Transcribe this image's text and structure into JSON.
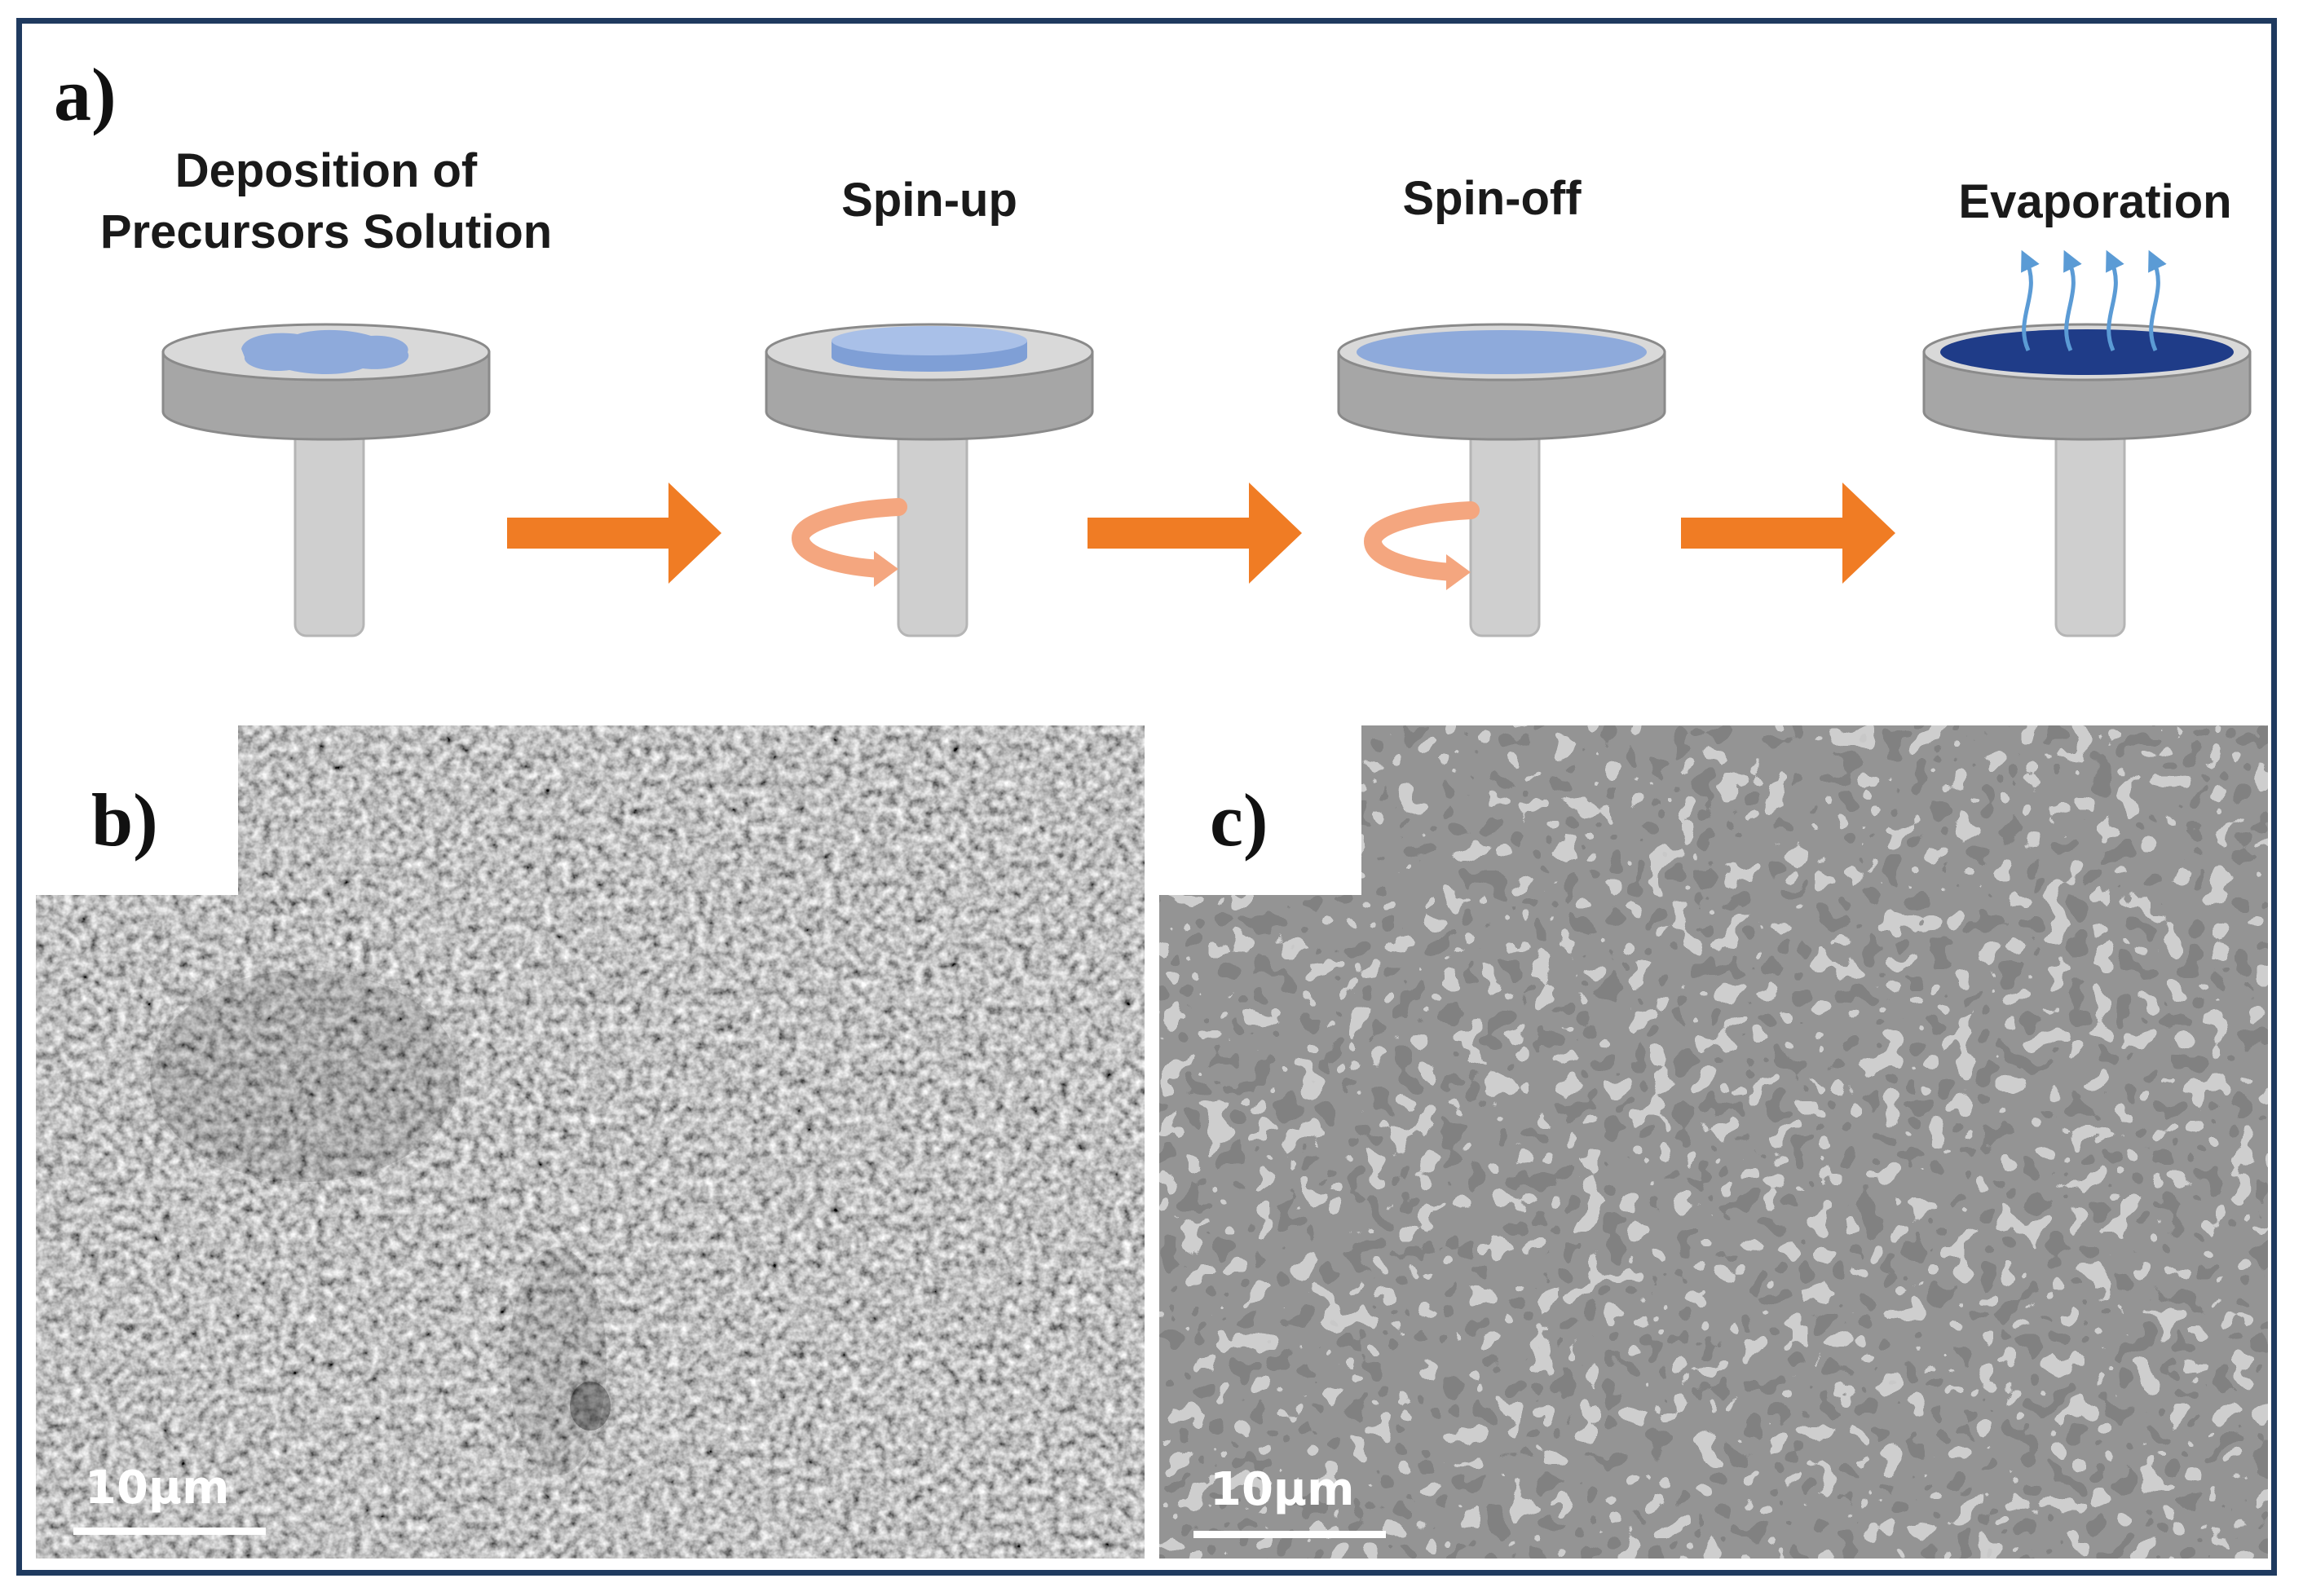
{
  "panels": {
    "a": "a)",
    "b": "b)",
    "c": "c)"
  },
  "steps": [
    {
      "title": "Deposition of\nPrecursors Solution"
    },
    {
      "title": "Spin-up"
    },
    {
      "title": "Spin-off"
    },
    {
      "title": "Evaporation"
    }
  ],
  "micrographs": {
    "b": {
      "scale_label": "10μm"
    },
    "c": {
      "scale_label": "10μm"
    }
  },
  "colors": {
    "frame": "#1f3a5f",
    "arrow": "#f07c24",
    "rotation_arrow": "#f4a67f",
    "disk_top": "#d9d9d9",
    "disk_side": "#a6a6a6",
    "stem": "#cfcfcf",
    "solution_light": "#8eaadb",
    "solution_dark": "#1f3c88",
    "vapor": "#5b9bd5"
  }
}
